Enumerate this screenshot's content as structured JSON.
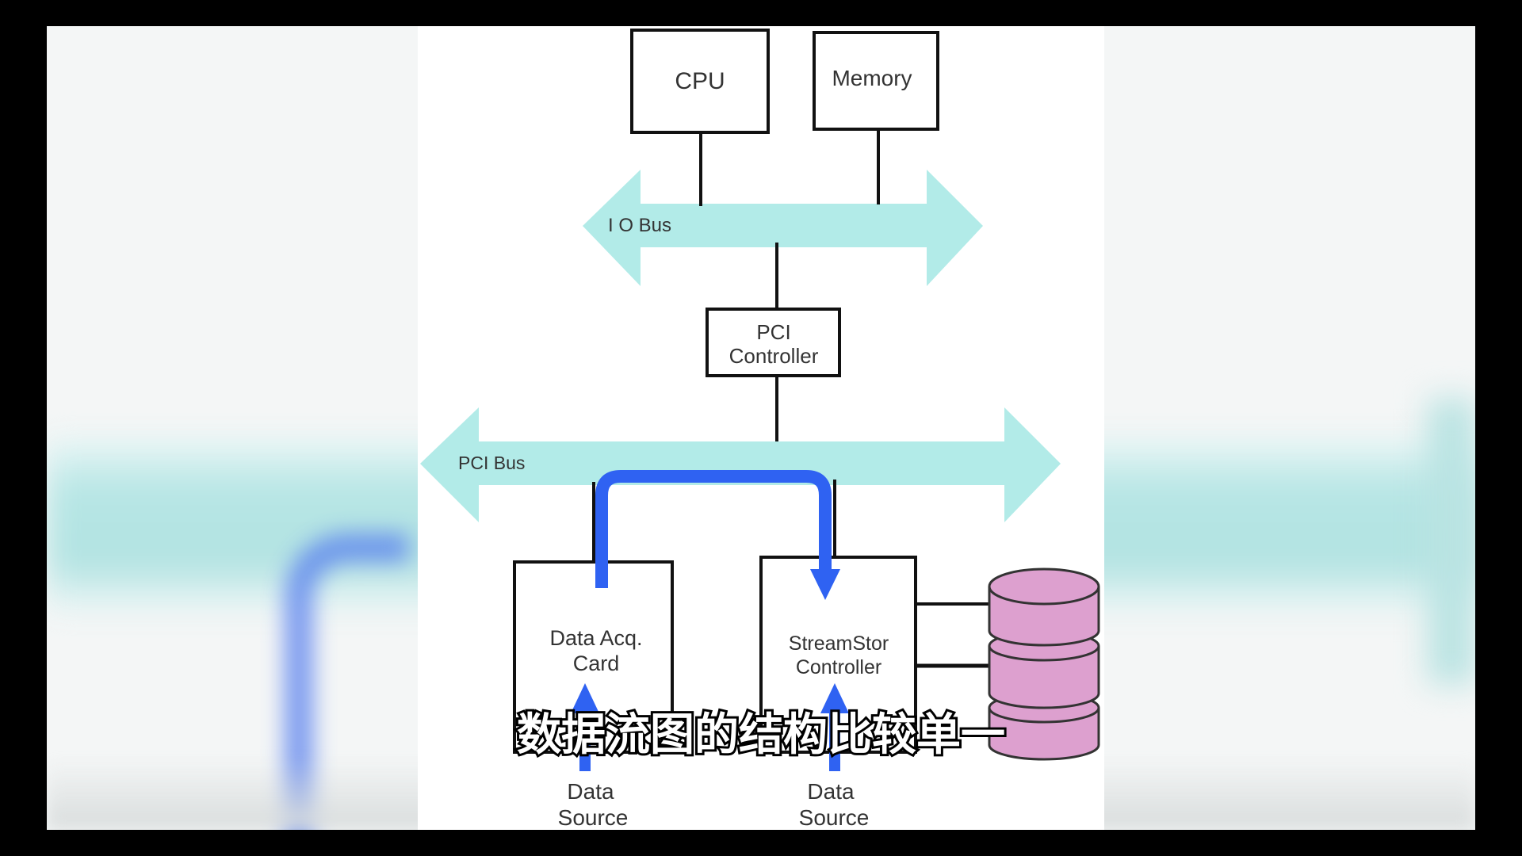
{
  "diagram": {
    "nodes": {
      "cpu": "CPU",
      "memory": "Memory",
      "io_bus": "I O Bus",
      "pci_controller_line1": "PCI",
      "pci_controller_line2": "Controller",
      "pci_bus": "PCI Bus",
      "daq_line1": "Data Acq.",
      "daq_line2": "Card",
      "streamstor_line1": "StreamStor",
      "streamstor_line2": "Controller",
      "source1_line1": "Data",
      "source1_line2": "Source",
      "source2_line1": "Data",
      "source2_line2": "Source"
    },
    "colors": {
      "bus": "#b2ebe8",
      "data_flow": "#2f62f2",
      "disk": "#dda0cf"
    }
  },
  "subtitle": "数据流图的结构比较单一"
}
